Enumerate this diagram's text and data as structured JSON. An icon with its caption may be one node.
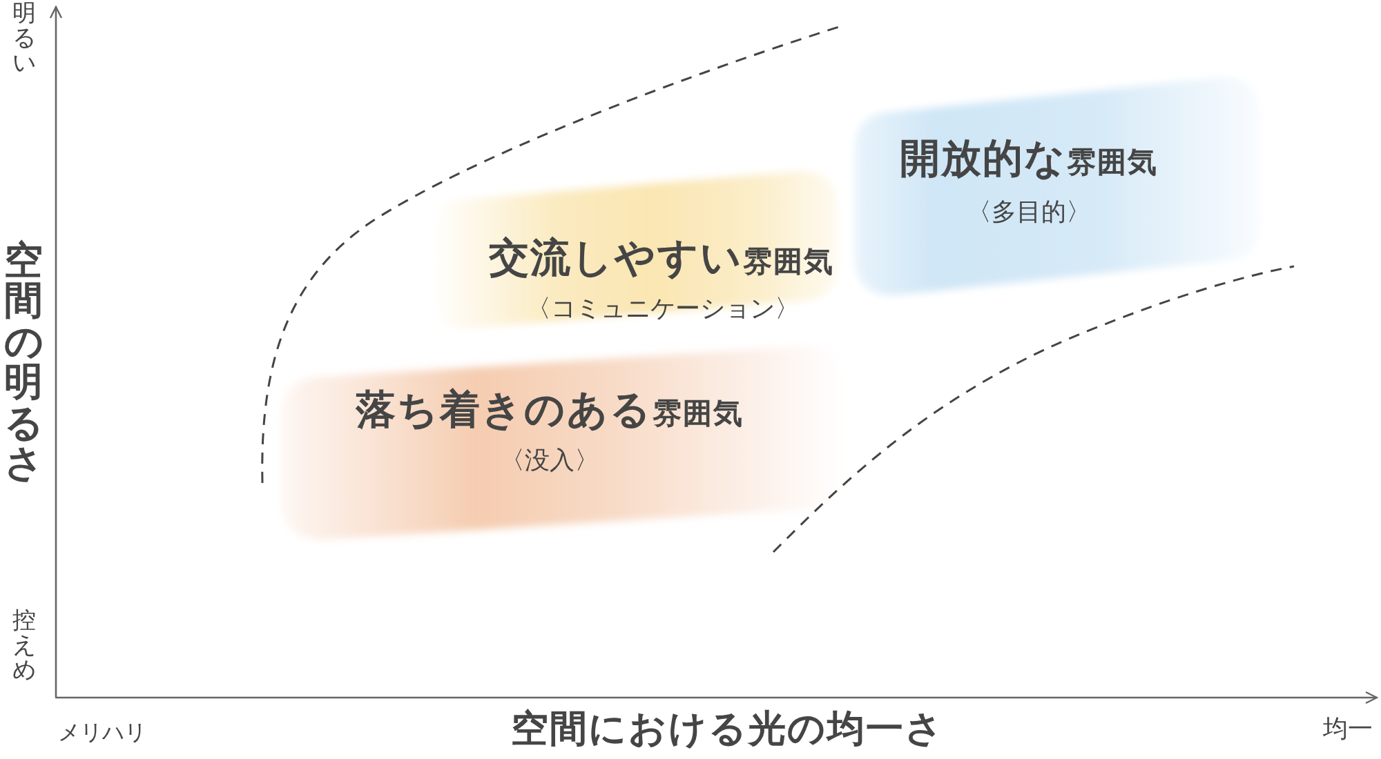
{
  "diagram": {
    "nodes": [
      {
        "text": [
          "**開放的な**雰囲気",
          "〈多目的〉"
        ]
      },
      {
        "text": [
          "**交流しやすい**雰囲気",
          "〈コミュニケーション〉"
        ]
      },
      {
        "text": [
          "**落ち着きのある**雰囲気",
          "〈没入〉"
        ]
      }
    ],
    "labels": [
      "明るい",
      "空間の明るさ",
      "控えめ",
      "メリハリ",
      "空間における光の均一さ",
      "均一"
    ]
  }
}
